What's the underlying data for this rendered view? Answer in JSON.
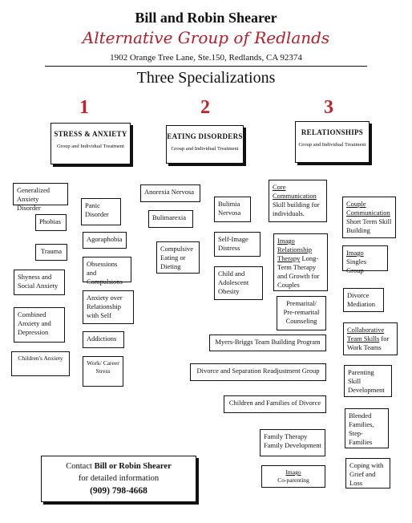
{
  "header": {
    "title": "Bill and Robin Shearer",
    "subtitle": "Alternative Group of Redlands",
    "address": "1902 Orange Tree Lane, Ste.150, Redlands, CA 92374",
    "specializations": "Three Specializations"
  },
  "columns": [
    {
      "number": "1",
      "heading": "STRESS & ANXIETY",
      "sub": "Group and Individual Treatment"
    },
    {
      "number": "2",
      "heading": "EATING DISORDERS",
      "sub": "Group and Individual Treatment"
    },
    {
      "number": "3",
      "heading": "RELATIONSHIPS",
      "sub": "Group and Individual Treatment"
    }
  ],
  "topics": {
    "gad": "Generalized Anxiety Disorder",
    "phobias": "Phobias",
    "trauma": "Trauma",
    "shyness": "Shyness and Social Anxiety",
    "combined": "Combined Anxiety and Depression",
    "childrens_anxiety": "Children's Anxiety",
    "panic": "Panic Disorder",
    "agoraphobia": "Agoraphobia",
    "ocd": "Obsessions and Compulsions",
    "anxiety_self": "Anxiety over Relationship with Self",
    "addictions": "Addictions",
    "work": "Work/ Career Stress",
    "anorexia": "Anorexia Nervosa",
    "bulimarexia": "Bulimarexia",
    "compulsive": "Compulsive Eating or Dieting",
    "bulimia": "Bulimia Nervosa",
    "self_image": "Self-Image Distress",
    "child_obesity": "Child and Adolescent Obesity",
    "core_comm_link": "Core Communication",
    "core_comm_rest": "Skill building for individuals.",
    "imago_link": "Imago Relationship Therapy",
    "imago_rest": "Long-Term Therapy and Growth for Couples",
    "premarital": "Premarital/ Pre-remarital Counseling",
    "myers_briggs": "Myers-Briggs Team Building Program",
    "divorce_group": "Divorce and Separation Readjustment Group",
    "children_divorce": "Children and Families of Divorce",
    "family_therapy": "Family Therapy Family Development",
    "imago_coparenting_link": "Imago",
    "imago_coparenting_rest": "Co-parenting",
    "couple_comm_link": "Couple Communication",
    "couple_comm_rest": "Short Term Skill Building",
    "imago_singles_link": "Imago",
    "imago_singles_rest": "Singles Group",
    "divorce_mediation": "Divorce Mediation",
    "collab_link": "Collaborative Team Skills",
    "collab_rest": "for Work Teams",
    "parenting": "Parenting Skill Development",
    "blended": "Blended Families, Step-Families",
    "coping": "Coping with Grief and Loss"
  },
  "contact": {
    "line1_prefix": "Contact",
    "line1_name": "Bill or Robin Shearer",
    "line2": "for detailed information",
    "phone": "(909) 798-4668"
  }
}
